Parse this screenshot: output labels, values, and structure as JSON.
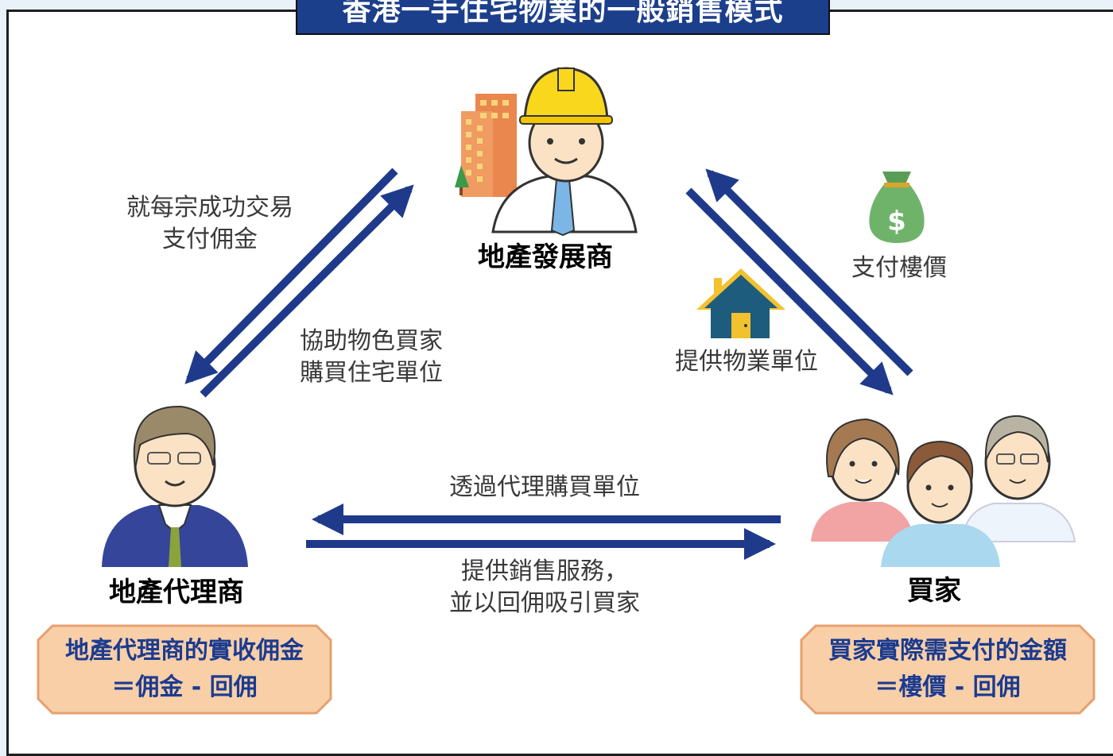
{
  "title": "香港一手住宅物業的一般銷售模式",
  "nodes": {
    "developer": "地產發展商",
    "agent": "地產代理商",
    "buyer": "買家"
  },
  "flows": {
    "developer_to_agent": [
      "就每宗成功交易",
      "支付佣金"
    ],
    "agent_to_developer": [
      "協助物色買家",
      "購買住宅單位"
    ],
    "developer_to_buyer": "提供物業單位",
    "buyer_to_developer": "支付樓價",
    "buyer_to_agent": "透過代理購買單位",
    "agent_to_buyer": [
      "提供銷售服務，",
      "並以回佣吸引買家"
    ]
  },
  "formulas": {
    "agent": [
      "地產代理商的實收佣金",
      "＝佣金 - 回佣"
    ],
    "buyer": [
      "買家實際需支付的金額",
      "＝樓價 - 回佣"
    ]
  },
  "icons": {
    "developer": "construction-worker-with-buildings",
    "agent": "businessman-with-glasses",
    "buyer": "family-group",
    "money": "money-bag-dollar-icon",
    "house": "house-icon"
  },
  "colors": {
    "arrow": "#1f3a8a",
    "title_bg": "#1c3f8c",
    "formula_bg": "#f9cfa8",
    "formula_border": "#e6a06f",
    "formula_text": "#1b3b8f"
  }
}
